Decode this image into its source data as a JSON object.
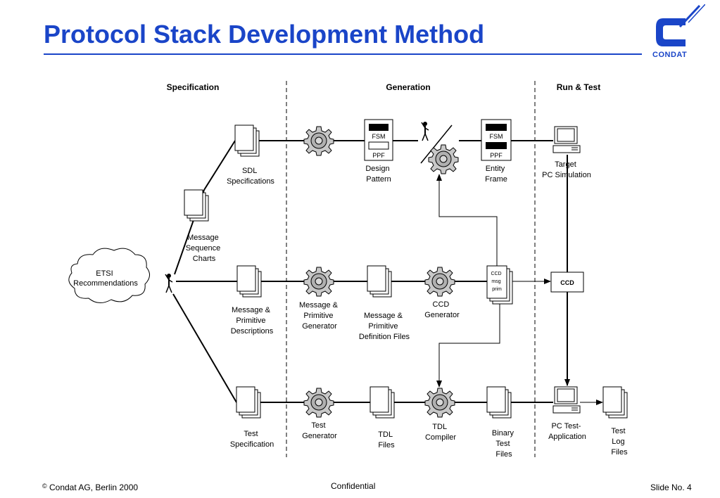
{
  "title": "Protocol Stack Development Method",
  "logo": {
    "text": "CONDAT"
  },
  "columns": {
    "specification": "Specification",
    "generation": "Generation",
    "run_test": "Run & Test"
  },
  "nodes": {
    "etsi": [
      "ETSI",
      "Recommendations"
    ],
    "msc": [
      "Message",
      "Sequence",
      "Charts"
    ],
    "sdl": [
      "SDL",
      "Specifications"
    ],
    "msg_prim_desc": [
      "Message &",
      "Primitive",
      "Descriptions"
    ],
    "test_spec": [
      "Test",
      "Specification"
    ],
    "msg_prim_gen": [
      "Message &",
      "Primitive",
      "Generator"
    ],
    "test_gen": [
      "Test",
      "Generator"
    ],
    "design_pattern": [
      "Design",
      "Pattern"
    ],
    "entity_frame": [
      "Entity",
      "Frame"
    ],
    "msg_prim_def": [
      "Message &",
      "Primitive",
      "Definition Files"
    ],
    "ccd_gen": [
      "CCD",
      "Generator"
    ],
    "tdl_files": [
      "TDL",
      "Files"
    ],
    "tdl_compiler": [
      "TDL",
      "Compiler"
    ],
    "binary_files": [
      "Binary",
      "Test",
      "Files"
    ],
    "target": [
      "Target",
      "PC Simulation"
    ],
    "ccd_box": "CCD",
    "pc_test": [
      "PC Test-",
      "Application"
    ],
    "test_log": [
      "Test",
      "Log",
      "Files"
    ]
  },
  "doc_labels": {
    "fsm": "FSM",
    "ppf": "PPF",
    "ccd": "CCD",
    "msg": "msg",
    "prim": "prim"
  },
  "footer": {
    "copyright_symbol": "©",
    "left": "Condat AG, Berlin 2000",
    "center": "Confidential",
    "right": "Slide No.  4"
  }
}
